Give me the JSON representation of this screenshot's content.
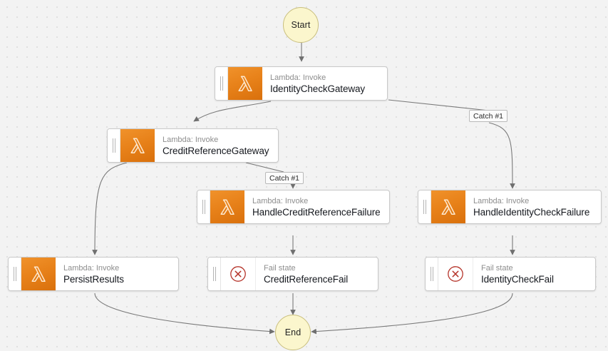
{
  "canvas": {
    "background_color": "#f3f3f3",
    "dot_color": "#e0e0e0",
    "edge_color": "#7a7a7a"
  },
  "terminals": {
    "start": {
      "label": "Start",
      "fill": "#fbf6cd",
      "border": "#c9bf7e"
    },
    "end": {
      "label": "End",
      "fill": "#fbf6cd",
      "border": "#c9bf7e"
    }
  },
  "icons": {
    "lambda": "lambda-icon",
    "fail": "circle-x-icon",
    "grip": "drag-handle-icon"
  },
  "colors": {
    "lambda_orange": "#e8821a",
    "fail_red": "#b5342a",
    "node_border": "#c9c9c9"
  },
  "nodes": [
    {
      "id": "identity-check-gateway",
      "kind": "Lambda: Invoke",
      "name": "IdentityCheckGateway",
      "icon": "lambda"
    },
    {
      "id": "credit-reference-gateway",
      "kind": "Lambda: Invoke",
      "name": "CreditReferenceGateway",
      "icon": "lambda"
    },
    {
      "id": "handle-credit-reference-failure",
      "kind": "Lambda: Invoke",
      "name": "HandleCreditReferenceFailure",
      "icon": "lambda"
    },
    {
      "id": "handle-identity-check-failure",
      "kind": "Lambda: Invoke",
      "name": "HandleIdentityCheckFailure",
      "icon": "lambda"
    },
    {
      "id": "persist-results",
      "kind": "Lambda: Invoke",
      "name": "PersistResults",
      "icon": "lambda"
    },
    {
      "id": "credit-reference-fail",
      "kind": "Fail state",
      "name": "CreditReferenceFail",
      "icon": "fail"
    },
    {
      "id": "identity-check-fail",
      "kind": "Fail state",
      "name": "IdentityCheckFail",
      "icon": "fail"
    }
  ],
  "edge_labels": [
    {
      "id": "catch-identity",
      "text": "Catch #1"
    },
    {
      "id": "catch-credit",
      "text": "Catch #1"
    }
  ]
}
